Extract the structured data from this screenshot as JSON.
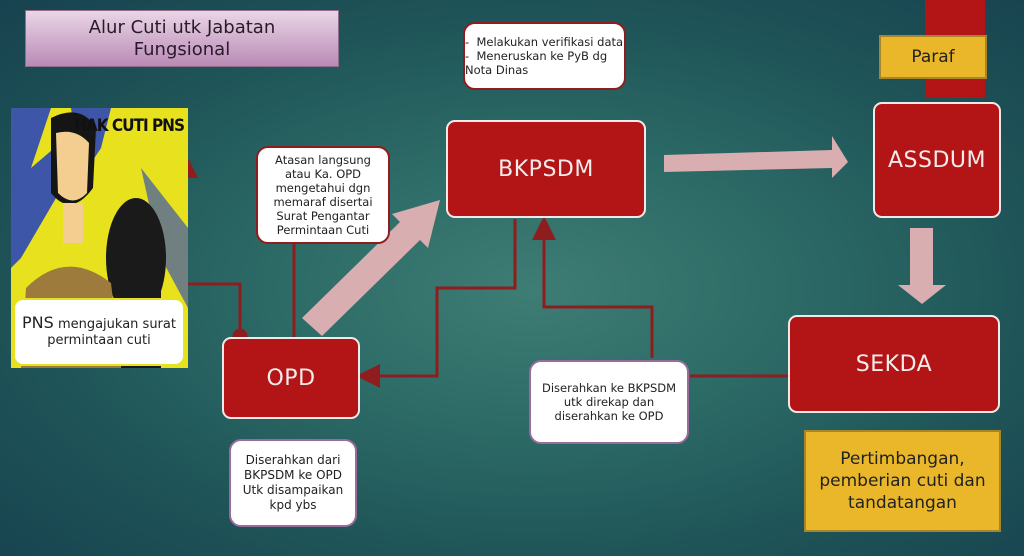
{
  "title": "Alur Cuti utk Jabatan Fungsional",
  "poster": {
    "heading": "HAK CUTI PNS",
    "image": "pns-officer-illustration"
  },
  "pns_note": {
    "first_word": "PNS",
    "rest": "mengajukan surat permintaan cuti"
  },
  "nodes": {
    "opd": "OPD",
    "bkpsdm": "BKPSDM",
    "assdum": "ASSDUM",
    "sekda": "SEKDA"
  },
  "notes": {
    "atasan": "Atasan langsung atau Ka. OPD mengetahui dgn memaraf disertai Surat Pengantar Permintaan Cuti",
    "bkpsdm_tasks": [
      "Melakukan verifikasi data",
      "Meneruskan ke PyB dg Nota Dinas"
    ],
    "diserahkan_dari": "Diserahkan dari BKPSDM  ke OPD Utk disampaikan kpd ybs",
    "diserahkan_ke": "Diserahkan ke BKPSDM utk direkap dan diserahkan ke OPD"
  },
  "paraf": "Paraf",
  "pertimbangan": "Pertimbangan, pemberian cuti dan tandatangan",
  "colors": {
    "node_red": "#b31516",
    "connector_red": "#8f1d1d",
    "arrow_pink": "#d9aeb0",
    "gold": "#e9b729",
    "title_purple": "#b98ab6"
  }
}
